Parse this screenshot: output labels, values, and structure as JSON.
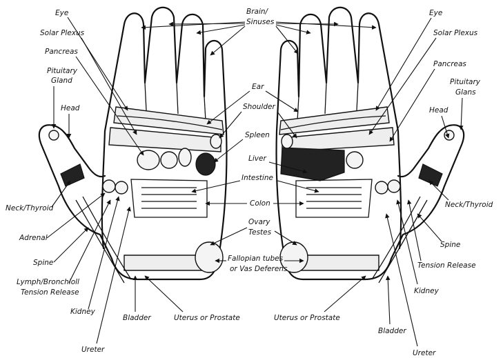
{
  "labels": {
    "eye": "Eye",
    "solar_plexus": "Solar Plexus",
    "pancreas": "Pancreas",
    "pituitary_gland": "Pituitary Gland",
    "pituitary_line1": "Pituitary",
    "pituitary_line2_left": "Gland",
    "pituitary_line2_right": "Glans",
    "head": "Head",
    "neck_thyroid_left": "Neck/Thyroid",
    "neck_thyroid_right": "Neck/Thyroid",
    "adrenal": "Adrenal",
    "spine": "Spine",
    "lymph_bronchioll": "Lymph/Bronchioll",
    "tension_release": "Tension Release",
    "kidney": "Kidney",
    "ureter": "Ureter",
    "bladder": "Bladder",
    "uterus_prostate": "Uterus or Prostate",
    "brain_sinuses_1": "Brain/",
    "brain_sinuses_2": "Sinuses",
    "ear": "Ear",
    "shoulder": "Shoulder",
    "spleen": "Spleen",
    "liver": "Liver",
    "intestine": "Intestine",
    "colon": "Colon",
    "ovary": "Ovary",
    "testes": "Testes",
    "fallopian_1": "Fallopian tubes",
    "fallopian_2": "or Vas Deferens"
  }
}
